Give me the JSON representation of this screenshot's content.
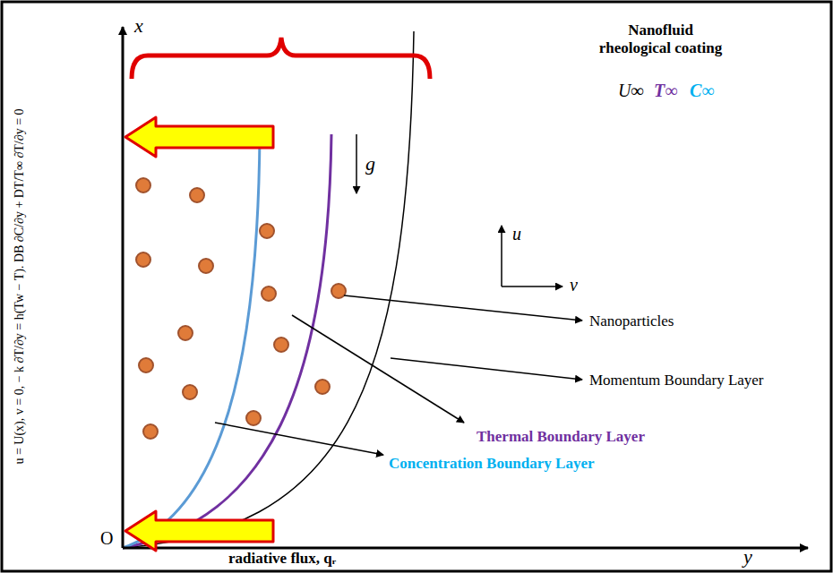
{
  "diagram": {
    "labels": [
      "u = U(x),  v = 0,  − k ∂T/∂y = h(Tw − T).  DB ∂C/∂y + DT/T∞ ∂T/∂y = 0",
      "x",
      "O",
      "y",
      "g",
      "u",
      "v",
      "Nanofluid rheological coating",
      "U∞",
      "T∞",
      "C∞",
      "Nanoparticles",
      "Momentum Boundary Layer",
      "Thermal Boundary Layer",
      "Concentration Boundary Layer",
      "radiative flux, qᵣ"
    ]
  }
}
